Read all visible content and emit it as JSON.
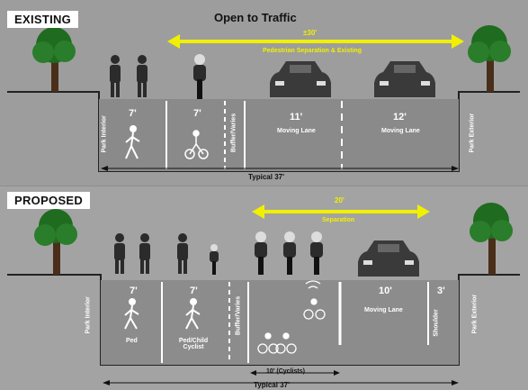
{
  "existing": {
    "tag": "EXISTING",
    "title": "Open to Traffic",
    "dimension_label": "±30'",
    "dimension_sublabel": "Pedestrian Separation & Existing",
    "lanes": [
      {
        "width": "7'",
        "name": ""
      },
      {
        "width": "7'",
        "name": ""
      },
      {
        "width": "11'",
        "name": "Moving Lane"
      },
      {
        "width": "12'",
        "name": "Moving Lane"
      }
    ],
    "buffer_label": "Buffer/Varies",
    "park_interior": "Park Interior",
    "park_exterior": "Park Exterior",
    "total": "Typical 37'"
  },
  "proposed": {
    "tag": "PROPOSED",
    "dimension_label": "20'",
    "dimension_sublabel": "Separation",
    "lanes": [
      {
        "width": "7'",
        "name": "Ped"
      },
      {
        "width": "7'",
        "name": "Ped/Child Cyclist"
      },
      {
        "width": "10'",
        "name": "Moving Lane"
      },
      {
        "width": "3'",
        "name": "Shoulder"
      }
    ],
    "buffer_label": "Buffer/Varies",
    "cyclists_span": "10' (Cyclists)",
    "park_interior": "Park Interior",
    "park_exterior": "Park Exterior",
    "total": "Typical 37'"
  }
}
